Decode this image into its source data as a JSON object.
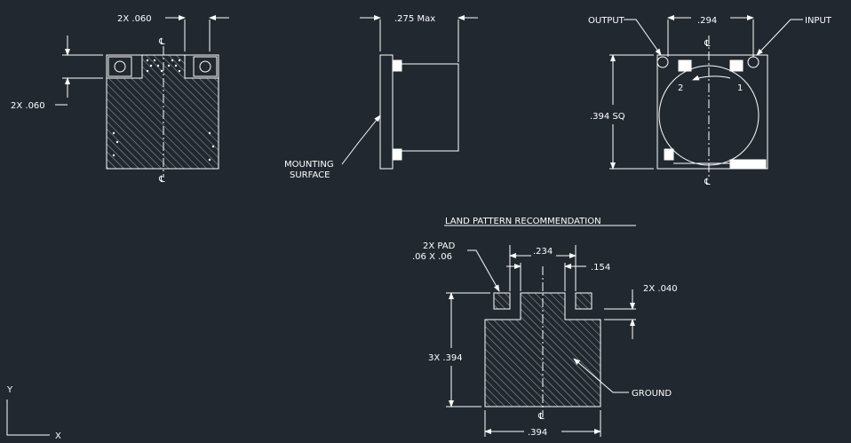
{
  "colors": {
    "background": "#212830",
    "line": "#ffffff",
    "hatch": "#ffffff"
  },
  "front_view": {
    "top_dim": "2X .060",
    "side_dim": "2X .060",
    "centerline_mark": "℄"
  },
  "side_view": {
    "depth_dim": ".275 Max",
    "mounting_label_1": "MOUNTING",
    "mounting_label_2": "SURFACE"
  },
  "rear_view": {
    "output_label": "OUTPUT",
    "input_label": "INPUT",
    "spacing_dim": ".294",
    "size_dim": ".394 SQ",
    "rotation_ccw_label": "2",
    "rotation_cw_label": "1",
    "centerline_mark": "℄"
  },
  "land_pattern": {
    "title": "LAND PATTERN RECOMMENDATION",
    "pad_label_1": "2X PAD",
    "pad_label_2": ".06 X .06",
    "width_dim_1": ".234",
    "width_dim_2": ".154",
    "gap_dim": "2X .040",
    "height_dim": "3X .394",
    "bottom_dim": ".394",
    "ground_label": "GROUND",
    "centerline_mark": "℄"
  },
  "ucs_icon": {
    "x_axis": "X",
    "y_axis": "Y"
  }
}
